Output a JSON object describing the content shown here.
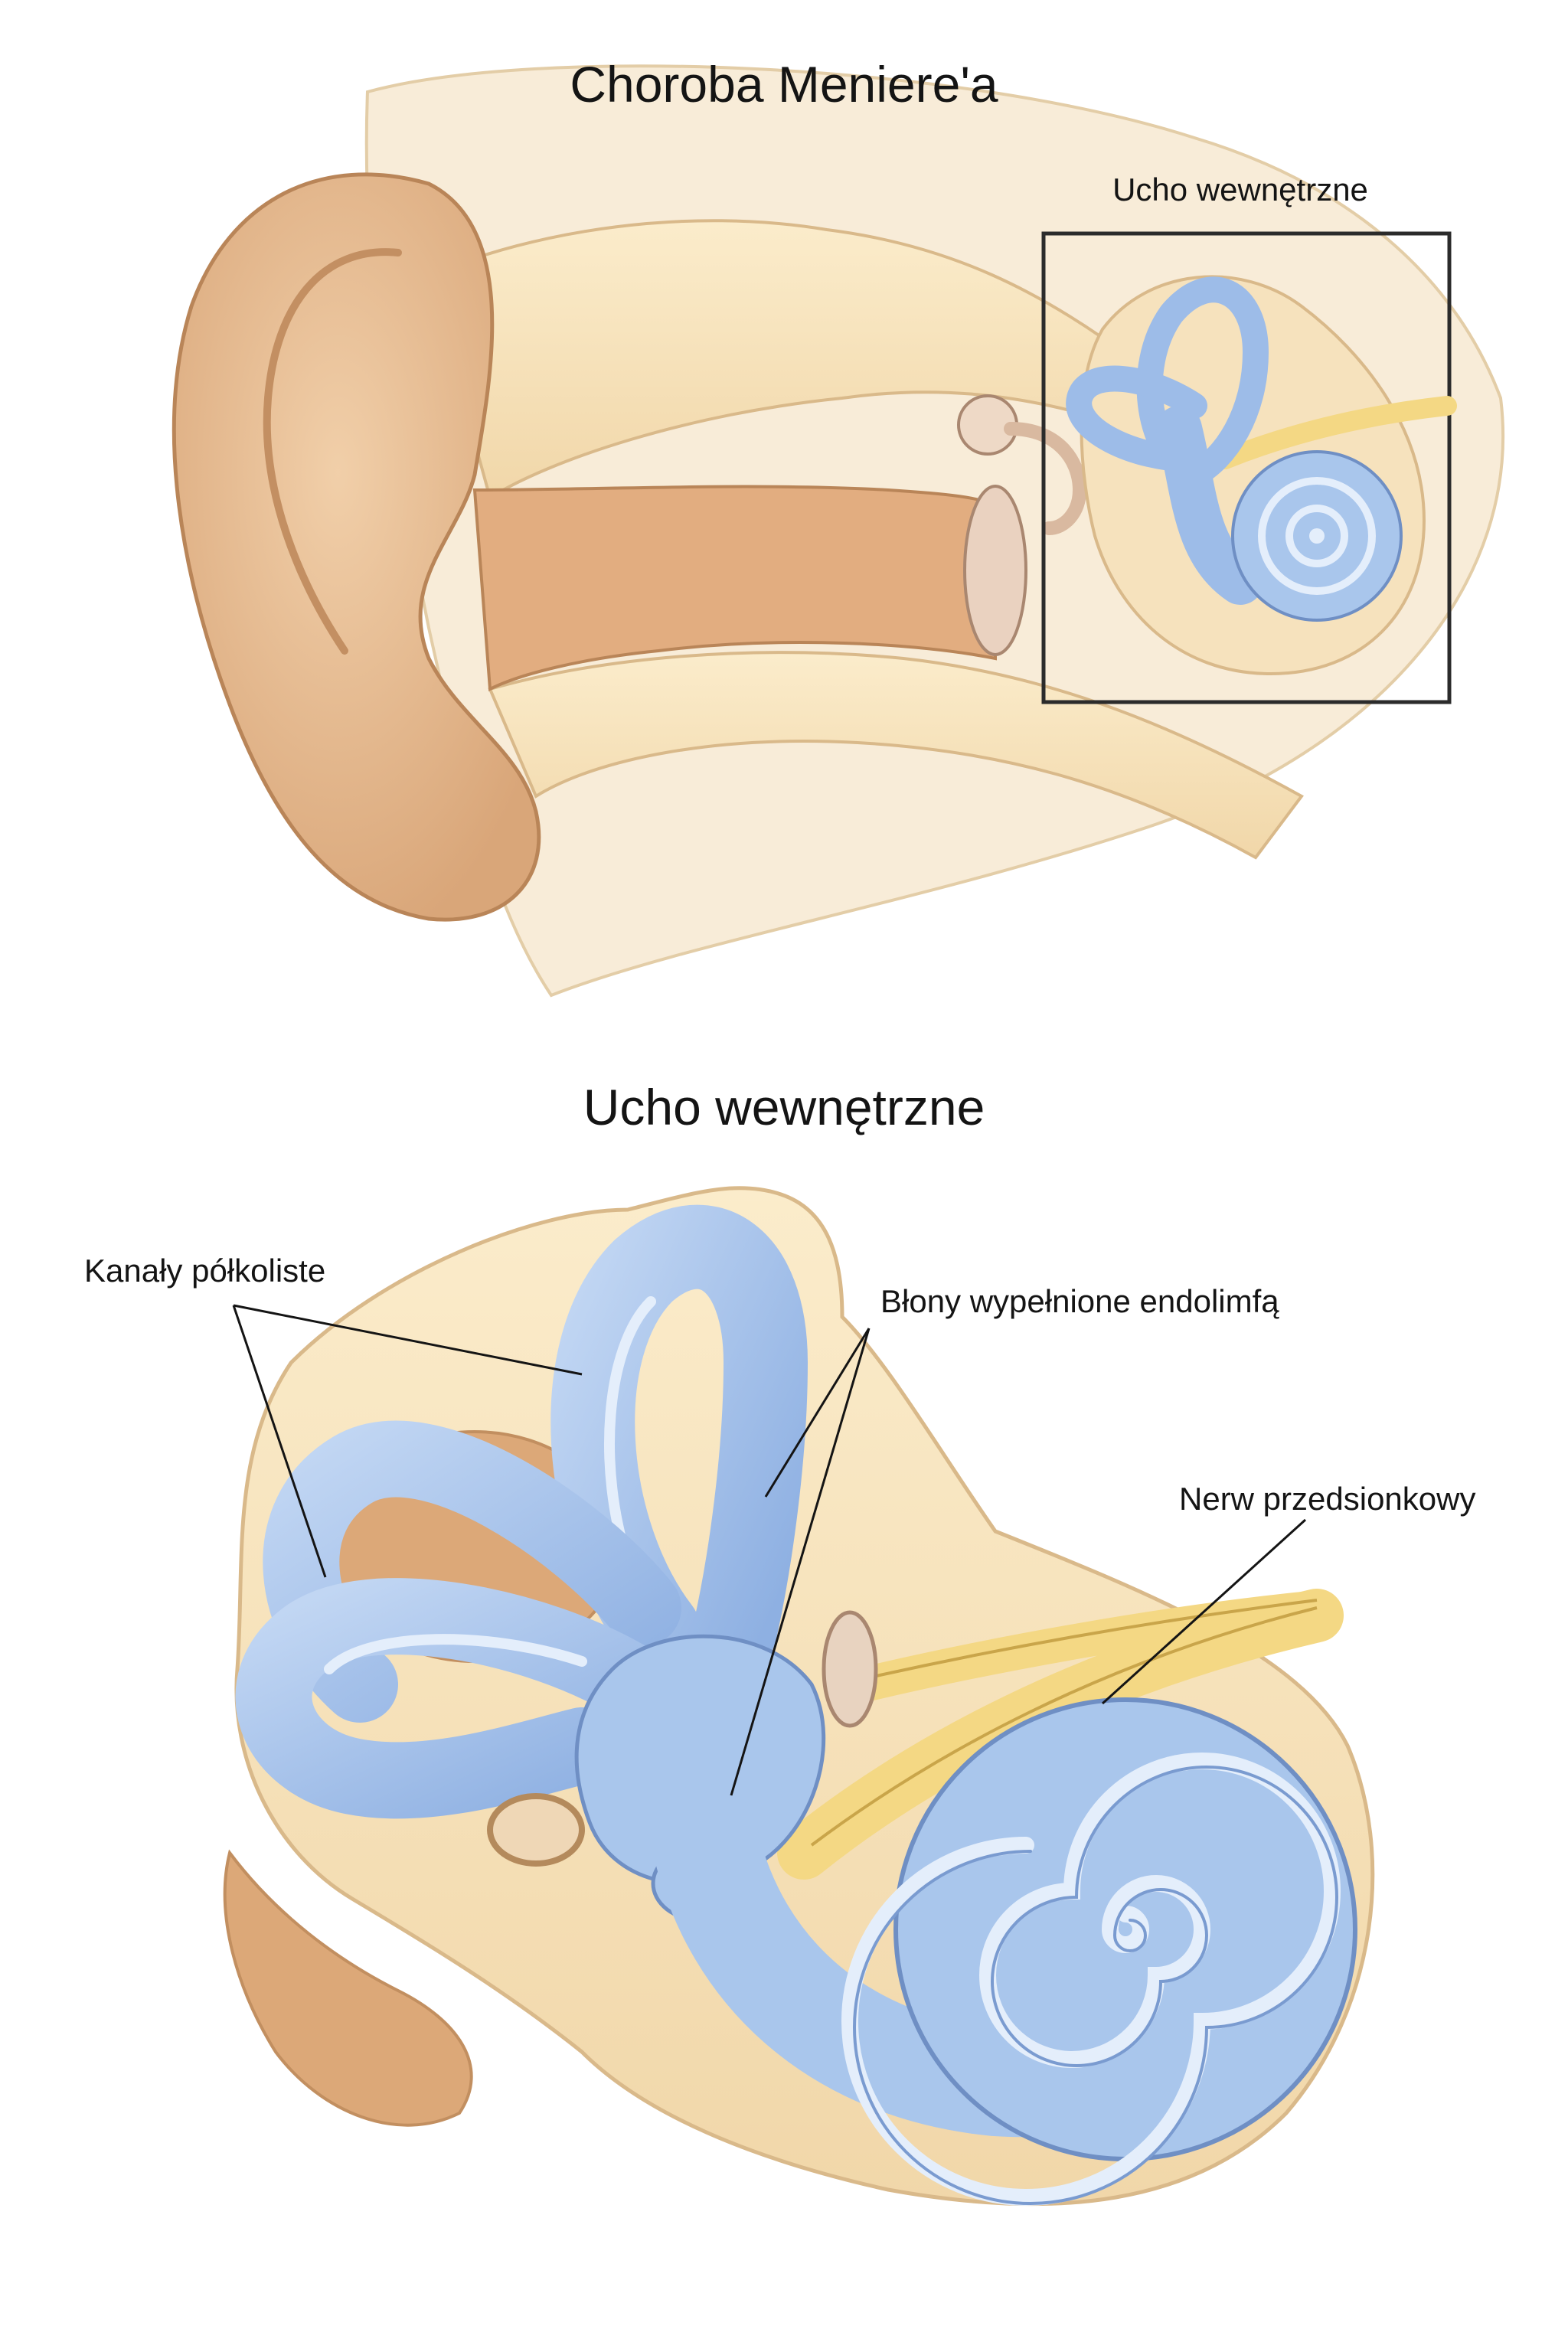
{
  "titles": {
    "main": "Choroba Meniere'a",
    "inset": "Ucho wewnętrzne",
    "detail": "Ucho wewnętrzne"
  },
  "labels": {
    "semicircular_canals": "Kanały półkoliste",
    "endolymph_membranes": "Błony wypełnione endolimfą",
    "vestibular_nerve": "Nerw przedsionkowy"
  },
  "colors": {
    "skin": "#e6b990",
    "skin_dark": "#cf9a6e",
    "bone": "#f6e2bd",
    "bone_outline": "#d9b98a",
    "labyrinth": "#a9c6ec",
    "labyrinth_outline": "#6f8fc4",
    "labyrinth_highlight": "#e4eefb",
    "nerve": "#f4d884",
    "nerve_outline": "#c9a54a",
    "ink": "#141414"
  }
}
